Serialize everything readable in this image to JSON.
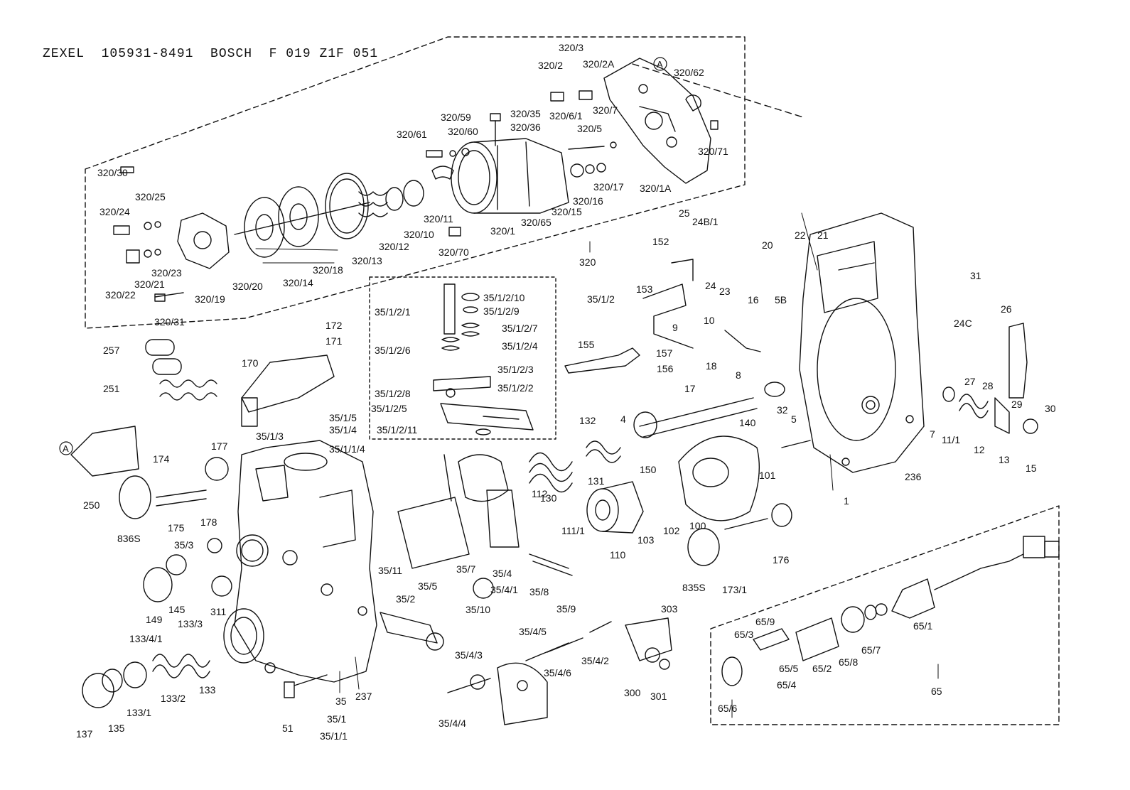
{
  "title": "ZEXEL  105931-8491  BOSCH  F 019 Z1F 051",
  "reference_marker": "A",
  "part_labels": [
    "320/3",
    "320/2",
    "320/2A",
    "320/62",
    "320/35",
    "320/36",
    "320/59",
    "320/60",
    "320/61",
    "320/6/1",
    "320/7",
    "320/5",
    "320/71",
    "320/30",
    "320/25",
    "320/24",
    "320/17",
    "320/16",
    "320/1A",
    "320/15",
    "320/11",
    "320/10",
    "320/1",
    "320/65",
    "320/12",
    "320/70",
    "320/13",
    "320/23",
    "320/21",
    "320/22",
    "320/18",
    "320/14",
    "320/20",
    "320/19",
    "320/31",
    "320",
    "35/1/2/10",
    "35/1/2",
    "35/1/2/1",
    "35/1/2/9",
    "35/1/2/7",
    "35/1/2/6",
    "35/1/2/4",
    "35/1/2/3",
    "35/1/2/8",
    "35/1/2/2",
    "35/1/2/5",
    "35/1/2/11",
    "172",
    "171",
    "170",
    "257",
    "251",
    "35/1/5",
    "35/1/3",
    "35/1/4",
    "35/1/1/4",
    "250",
    "174",
    "177",
    "836S",
    "175",
    "178",
    "35/3",
    "149",
    "145",
    "311",
    "35/11",
    "35/5",
    "35/7",
    "35/4",
    "35/4/1",
    "35/10",
    "35/8",
    "35/9",
    "35/2",
    "133/4/1",
    "133/3",
    "137",
    "135",
    "133/1",
    "133/2",
    "133",
    "51",
    "35",
    "35/1",
    "35/1/1",
    "237",
    "35/4/5",
    "35/4/3",
    "35/4/6",
    "35/4/2",
    "35/4/4",
    "300",
    "301",
    "303",
    "112",
    "111/1",
    "130",
    "131",
    "110",
    "103",
    "150",
    "102",
    "100",
    "835S",
    "173/1",
    "176",
    "132",
    "4",
    "140",
    "32",
    "101",
    "5",
    "155",
    "157",
    "156",
    "152",
    "153",
    "25",
    "24B/1",
    "24",
    "23",
    "20",
    "22",
    "21",
    "9",
    "10",
    "16",
    "5B",
    "18",
    "8",
    "17",
    "1",
    "236",
    "31",
    "26",
    "24C",
    "27",
    "28",
    "29",
    "30",
    "7",
    "11/1",
    "12",
    "13",
    "15",
    "65/9",
    "65/3",
    "65/5",
    "65/4",
    "65/6",
    "65/2",
    "65/8",
    "65/7",
    "65/1",
    "65"
  ]
}
